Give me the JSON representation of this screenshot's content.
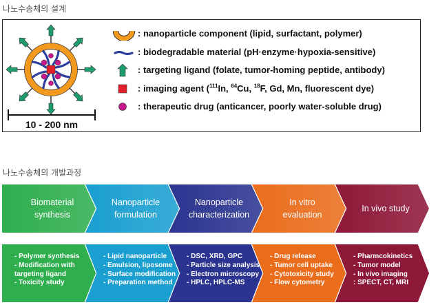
{
  "section1_title": "나노수송체의 설계",
  "section2_title": "나노수송체의 개발과정",
  "size_label": "10 - 200 nm",
  "legend": {
    "component": ": nanoparticle component (lipid, surfactant, polymer)",
    "material": ": biodegradable material (pH·enzyme·hypoxia-sensitive)",
    "ligand": ": targeting ligand (folate, tumor-homing peptide, antibody)",
    "imaging_prefix": ": imaging agent (",
    "imaging_sup1": "111",
    "imaging_t1": "In, ",
    "imaging_sup2": "64",
    "imaging_t2": "Cu, ",
    "imaging_sup3": "18",
    "imaging_t3": "F, Gd, Mn, fluorescent dye)",
    "drug": ": therapeutic drug (anticancer, poorly water-soluble drug)"
  },
  "colors": {
    "ring": "#f39a1e",
    "material": "#2e3f9e",
    "ligand": "#1e9c6c",
    "imaging": "#e4202a",
    "drug": "#c8168b"
  },
  "stages": [
    {
      "line1": "Biomaterial",
      "line2": "synthesis",
      "color": "#2fae4e"
    },
    {
      "line1": "Nanoparticle",
      "line2": "formulation",
      "color": "#1a9fd0"
    },
    {
      "line1": "Nanoparticle",
      "line2": "characterization",
      "color": "#2b3490"
    },
    {
      "line1": "In vitro",
      "line2": "evaluation",
      "color": "#ea6d1c"
    },
    {
      "line1": "In vivo study",
      "line2": "",
      "color": "#8e1838"
    }
  ],
  "details": [
    {
      "items": [
        "- Polymer synthesis",
        "- Modification with",
        "  targeting ligand",
        "- Toxicity study"
      ]
    },
    {
      "items": [
        "- Lipid nanoparticle",
        "- Emulsion, liposome",
        "- Surface modification",
        "- Preparation method"
      ]
    },
    {
      "items": [
        "- DSC, XRD, GPC",
        "- Particle size analysis",
        "- Electron microscopy",
        "- HPLC, HPLC-MS"
      ]
    },
    {
      "items": [
        "- Drug release",
        "- Tumor cell uptake",
        "- Cytotoxicity study",
        "- Flow cytometry"
      ]
    },
    {
      "items": [
        "- Pharmcokinetics",
        "- Tumor model",
        "- In vivo imaging",
        "  : SPECT, CT, MRI"
      ]
    }
  ]
}
